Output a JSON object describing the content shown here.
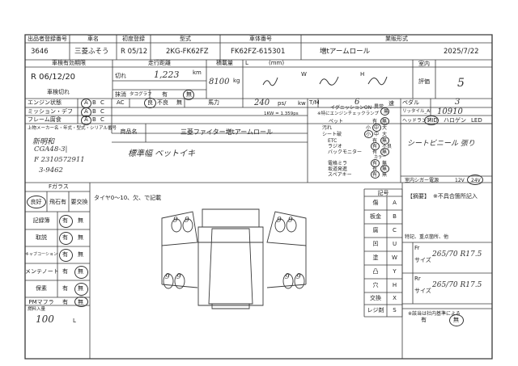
{
  "header": {
    "row1_labels": [
      "出品者",
      "車名",
      "初度登録",
      "型式",
      "車体番号",
      "業販形式"
    ],
    "id_label": "出品者登録番号",
    "seller_number": "3646",
    "maker": "三菱ふそう",
    "first_reg": "R 05/12",
    "model_code": "2KG-FK62FZ",
    "chassis": "FK62FZ-615301",
    "body_type": "増tアームロール",
    "date": "2025/7/22",
    "row2_labels": [
      "車検有効期限",
      "走行距離",
      "積載量",
      "L",
      "W",
      "H",
      "室内",
      "評価"
    ],
    "dims_label": "(mm)",
    "inspection": "R 06/12/20",
    "inspection_status": "車検切れ",
    "odometer": "1,223",
    "odometer_unit": "km",
    "cut_label": "切れ",
    "erase_label": "抹消",
    "tacho_label": "タコグラフ",
    "tacho_yes": "有",
    "tacho_no": "無",
    "load": "8100",
    "load_unit": "kg",
    "grade": "5"
  },
  "spec_rows": {
    "engine_label": "エンジン状態",
    "mission_label": "ミッション・デフ",
    "frame_label": "フレーム腐食",
    "grades": [
      "A",
      "B",
      "C"
    ],
    "ac_label": "AC",
    "ac_good": "良",
    "ac_bad": "不良",
    "ac_none": "無",
    "hp_label": "馬力",
    "hp_value": "240",
    "hp_unit": "ps/",
    "kw_unit": "kw",
    "kw_note": "1KW = 1.359ps",
    "tm_label": "T/M",
    "tm_value": "6",
    "tm_unit": "速",
    "pedal_label": "ペダル",
    "pedal_value": "3",
    "liter_label": "リッタイル_Al",
    "liter_value": "10910",
    "lights": [
      "ヘッドランプ",
      "HID",
      "ハロゲン",
      "LED"
    ]
  },
  "notes": {
    "label": "上物メーカー名・年式・型式・シリアル番号",
    "handwritten": [
      "新明和",
      "CGA48-3|",
      "F 2310572911",
      "3-9462"
    ],
    "product_label": "商品名",
    "product_name": "三菱ファイター増tアームロール",
    "equipment_note": "標準幅 ベットイキ",
    "seat_note": "シートビニール 張り"
  },
  "options": {
    "ignition": "イグニッションON",
    "ignition_sub": "※特にエンジンチェックランプ",
    "ignition_vals": [
      "異常",
      "無"
    ],
    "items": [
      {
        "label": "ペット",
        "vals": [
          "有",
          "無"
        ]
      },
      {
        "label": "汚れ",
        "vals": [
          "小",
          "中",
          "大"
        ]
      },
      {
        "label": "シート破",
        "vals": [
          "小",
          "中",
          "大"
        ]
      },
      {
        "label": "ETC",
        "vals": [
          "有",
          "無"
        ]
      },
      {
        "label": "ラジオ",
        "vals": [
          "有",
          "不良"
        ]
      },
      {
        "label": "バックモニター",
        "vals": [
          "有",
          "無"
        ]
      },
      {
        "label": "電格ミラ",
        "vals": [
          "有",
          "無"
        ]
      },
      {
        "label": "坂道発進",
        "vals": [
          "有",
          "無"
        ]
      },
      {
        "label": "スペアキー",
        "vals": [
          "有",
          "無"
        ]
      }
    ],
    "color_label": "カラー",
    "cigar_label": "室内シガー電源",
    "cigar_12": "12V",
    "cigar_24": "24V"
  },
  "glass": {
    "title": "Fガラス",
    "options": [
      "良好",
      "飛石有",
      "要交換"
    ],
    "rows": [
      {
        "label": "記録簿",
        "vals": [
          "有",
          "無"
        ]
      },
      {
        "label": "取説",
        "vals": [
          "有",
          "無"
        ]
      },
      {
        "label": "キャブコーション",
        "vals": [
          "有",
          "無"
        ]
      },
      {
        "label": "メンテノート",
        "vals": [
          "有",
          "無"
        ]
      },
      {
        "label": "保素",
        "vals": [
          "有",
          "無"
        ]
      },
      {
        "label": "PMマフラ",
        "vals": [
          "有",
          "無"
        ]
      }
    ],
    "fuel_label": "燃料入量",
    "fuel_value": "100",
    "fuel_unit": "L"
  },
  "diagram": {
    "tire_note": "タイヤ0～10、欠、で記載",
    "tire_marks": [
      "9",
      "9",
      "9",
      "9",
      "9",
      "9",
      "9",
      "9"
    ]
  },
  "legend": {
    "title": "記号",
    "items": [
      {
        "sym": "傷",
        "code": "A"
      },
      {
        "sym": "板金",
        "code": "B"
      },
      {
        "sym": "腐",
        "code": "C"
      },
      {
        "sym": "凹",
        "code": "U"
      },
      {
        "sym": "塗",
        "code": "W"
      },
      {
        "sym": "凸",
        "code": "Y"
      },
      {
        "sym": "穴",
        "code": "H"
      },
      {
        "sym": "交換",
        "code": "X"
      },
      {
        "sym": "レジ剤",
        "code": "S"
      }
    ]
  },
  "remarks": {
    "title": "【摘要】",
    "sub": "※不具合箇所記入",
    "special_label": "特記、重点箇所、他",
    "fr_label": "Fr",
    "rr_label": "Rr",
    "size_label": "サイズ",
    "fr_size": "265/70 R17.5",
    "rr_size": "265/70 R17.5",
    "discount_label": "※該当は社内基準による",
    "discount_yes": "有",
    "discount_no": "無"
  },
  "colors": {
    "line": "#3a3a3a",
    "ink": "#333333"
  }
}
